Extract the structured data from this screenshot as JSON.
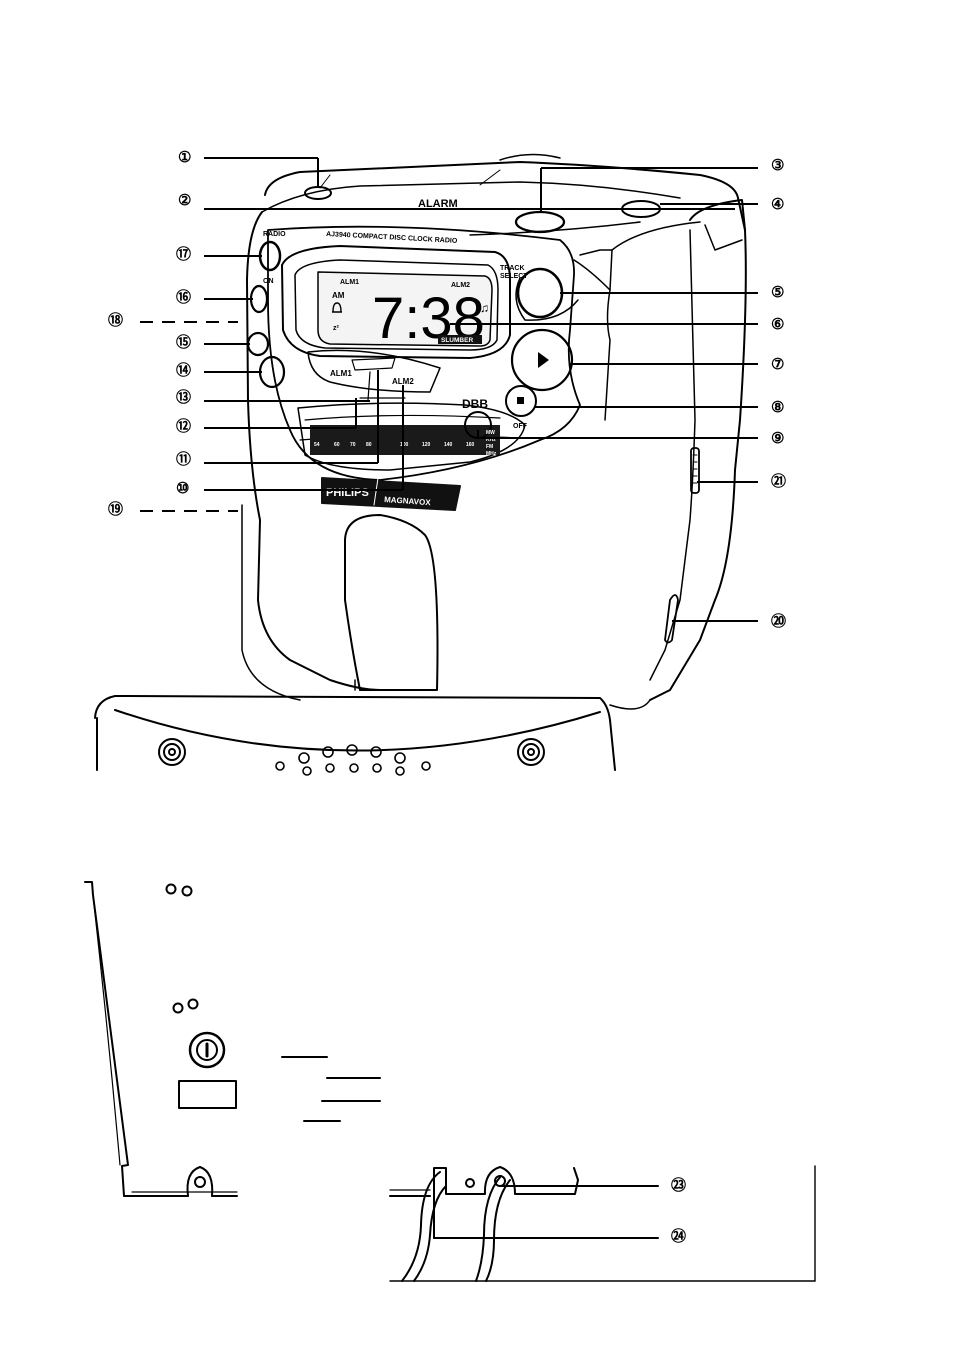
{
  "display": {
    "time": "7:38",
    "alm1": "ALM1",
    "alm2": "ALM2",
    "am": "AM",
    "slumber": "SLUMBER"
  },
  "labels": {
    "top_line": "AJ3940 COMPACT DISC CLOCK RADIO",
    "track_select": [
      "TRACK",
      "SELECT"
    ],
    "dbb": "DBB",
    "off": "OFF",
    "radio": "RADIO",
    "on": "ON",
    "alm1_bar": "ALM1",
    "alm2_bar": "ALM2",
    "brand_left": "PHILIPS",
    "brand_right": "MAGNAVOX",
    "alarm_word": "ALARM",
    "tuner_top": [
      "54",
      "60",
      "70",
      "80",
      "100",
      "120",
      "140",
      "160"
    ],
    "tuner_right": [
      "MW",
      "KHz",
      "FM",
      "MHz"
    ]
  },
  "callouts": {
    "c1": "①",
    "c2": "②",
    "c3": "③",
    "c4": "④",
    "c5": "⑤",
    "c6": "⑥",
    "c7": "⑦",
    "c8": "⑧",
    "c9": "⑨",
    "c10": "⑩",
    "c11": "⑪",
    "c12": "⑫",
    "c13": "⑬",
    "c14": "⑭",
    "c15": "⑮",
    "c16": "⑯",
    "c17": "⑰",
    "c18": "⑱",
    "c19": "⑲",
    "c20": "⑳",
    "c21": "㉑",
    "c23": "㉓",
    "c24": "㉔"
  }
}
